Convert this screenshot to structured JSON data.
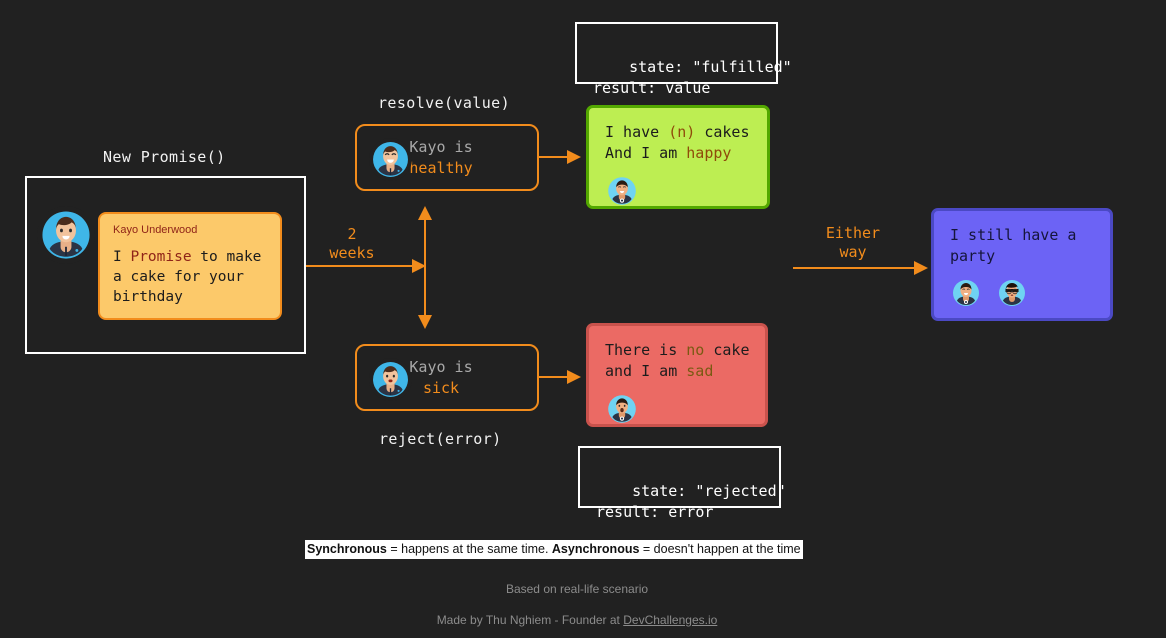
{
  "theme": {
    "background": "#212121",
    "accent_orange": "#f28c1c",
    "card_orange": "#fcc96a",
    "card_green": "#bdee52",
    "card_red": "#eb6a64",
    "card_purple": "#6c63f5",
    "text_white": "#f2f2f2",
    "text_gray": "#a8a8a8",
    "maroon": "#8f2418"
  },
  "labels": {
    "new_promise": "New Promise()",
    "resolve": "resolve(value)",
    "reject": "reject(error)",
    "two_weeks": "2\nweeks",
    "either_way": "Either\nway"
  },
  "states": {
    "fulfilled": "state: \"fulfilled\"\nresult: value",
    "rejected": "state: \"rejected\"\nresult: error"
  },
  "promise": {
    "author": "Kayo Underwood",
    "line1_pre": "I ",
    "line1_kw": "Promise",
    "line1_post": " to make",
    "line2": "a cake for your",
    "line3": "birthday",
    "avatar": "woman-smiling-avatar"
  },
  "branches": {
    "healthy": {
      "prefix": "Kayo is",
      "highlight": "healthy",
      "avatar": "woman-laughing-avatar"
    },
    "sick": {
      "prefix": "Kayo is",
      "highlight": "sick",
      "avatar": "woman-sick-avatar"
    }
  },
  "results": {
    "fulfilled_card": {
      "l1_pre": "I have ",
      "l1_kw": "(n)",
      "l1_post": " cakes",
      "l2_pre": "And I am ",
      "l2_kw": "happy",
      "avatars": [
        "man-happy-avatar"
      ]
    },
    "rejected_card": {
      "l1_pre": "There is ",
      "l1_kw": "no",
      "l1_post": " cake",
      "l2_pre": "and I am ",
      "l2_kw": "sad",
      "avatars": [
        "man-sad-avatar"
      ]
    },
    "either_card": {
      "l1": "I still have a",
      "l2": "party",
      "avatars": [
        "man-happy-avatar",
        "woman-glasses-avatar"
      ]
    }
  },
  "footer": {
    "definition_a_bold": "Synchronous",
    "definition_a_rest": " = happens at the same time. ",
    "definition_b_bold": "Asynchronous",
    "definition_b_rest": " = doesn't happen at the time",
    "based_on": "Based on real-life scenario",
    "made_by_prefix": "Made by Thu Nghiem - Founder at ",
    "made_by_link": "DevChallenges.io"
  }
}
